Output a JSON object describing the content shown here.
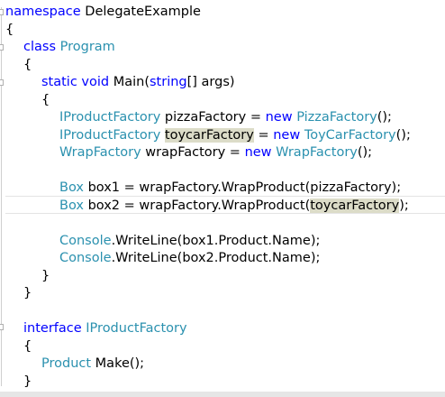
{
  "code": {
    "l01": {
      "kw": "namespace",
      "rest": " DelegateExample"
    },
    "l02": {
      "text": "{"
    },
    "l03": {
      "kw": "class",
      "sp": " ",
      "type": "Program"
    },
    "l04": {
      "text": "{"
    },
    "l05": {
      "kw1": "static",
      "sp1": " ",
      "kw2": "void",
      "mid": " Main(",
      "kw3": "string",
      "end": "[] args)"
    },
    "l06": {
      "text": "{"
    },
    "l07": {
      "type1": "IProductFactory",
      "var": " pizzaFactory = ",
      "kw": "new",
      "sp": " ",
      "type2": "PizzaFactory",
      "end": "();"
    },
    "l08": {
      "type1": "IProductFactory",
      "sp1": " ",
      "var": "toycarFactory",
      "mid": " = ",
      "kw": "new",
      "sp2": " ",
      "type2": "ToyCarFactory",
      "end": "();"
    },
    "l09": {
      "type1": "WrapFactory",
      "var": " wrapFactory = ",
      "kw": "new",
      "sp": " ",
      "type2": "WrapFactory",
      "end": "();"
    },
    "l10": {
      "type": "Box",
      "rest": " box1 = wrapFactory.WrapProduct(pizzaFactory);"
    },
    "l11": {
      "type": "Box",
      "rest": " box2 = wrapFactory.WrapProduct(",
      "hl": "toycarFactory",
      "end": ");"
    },
    "l12": {
      "type": "Console",
      "rest": ".WriteLine(box1.Product.Name);"
    },
    "l13": {
      "type": "Console",
      "rest": ".WriteLine(box2.Product.Name);"
    },
    "l14": {
      "text": "}"
    },
    "l15": {
      "text": "}"
    },
    "l16": {
      "kw": "interface",
      "sp": " ",
      "type": "IProductFactory"
    },
    "l17": {
      "text": "{"
    },
    "l18": {
      "type": "Product",
      "rest": " Make();"
    },
    "l19": {
      "text": "}"
    }
  },
  "colors": {
    "keyword": "#0000ff",
    "type": "#2b91af",
    "plain": "#000000",
    "reference_highlight": "#dcdcc8"
  }
}
